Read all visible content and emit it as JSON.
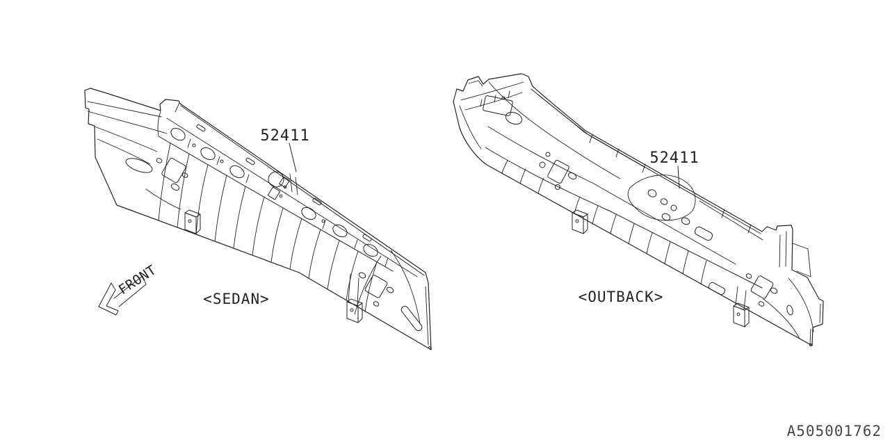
{
  "diagram": {
    "kind": "parts-catalog-line-drawing",
    "code": "A505001762",
    "front_indicator": "FRONT",
    "parts": [
      {
        "part_number": "52411",
        "variant": "<SEDAN>"
      },
      {
        "part_number": "52411",
        "variant": "<OUTBACK>"
      }
    ]
  },
  "colors": {
    "background": "#ffffff",
    "line": "#222222",
    "code_text": "#474747"
  }
}
